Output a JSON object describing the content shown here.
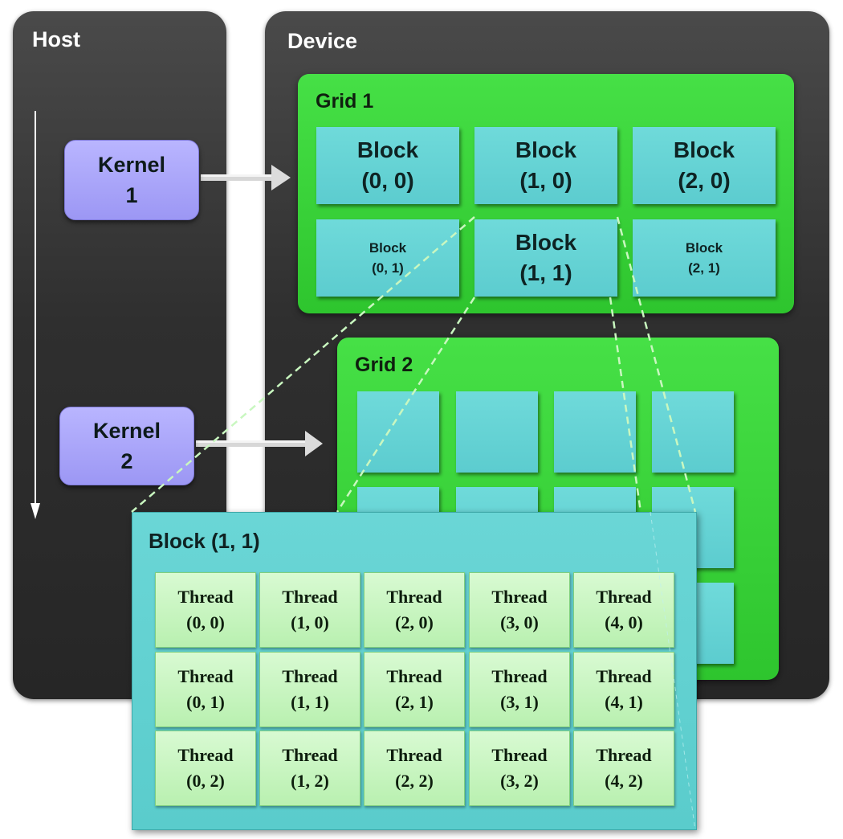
{
  "host": {
    "title": "Host"
  },
  "device": {
    "title": "Device"
  },
  "kernels": [
    {
      "line1": "Kernel",
      "line2": "1"
    },
    {
      "line1": "Kernel",
      "line2": "2"
    }
  ],
  "grid1": {
    "title": "Grid 1",
    "blocks": [
      {
        "line1": "Block",
        "line2": "(0, 0)"
      },
      {
        "line1": "Block",
        "line2": "(1, 0)"
      },
      {
        "line1": "Block",
        "line2": "(2, 0)"
      },
      {
        "line1": "Block",
        "line2": "(0, 1)"
      },
      {
        "line1": "Block",
        "line2": "(1, 1)"
      },
      {
        "line1": "Block",
        "line2": "(2, 1)"
      }
    ]
  },
  "grid2": {
    "title": "Grid 2"
  },
  "zoomed_block": {
    "title": "Block (1, 1)",
    "threads": [
      {
        "line1": "Thread",
        "line2": "(0, 0)"
      },
      {
        "line1": "Thread",
        "line2": "(1, 0)"
      },
      {
        "line1": "Thread",
        "line2": "(2, 0)"
      },
      {
        "line1": "Thread",
        "line2": "(3, 0)"
      },
      {
        "line1": "Thread",
        "line2": "(4, 0)"
      },
      {
        "line1": "Thread",
        "line2": "(0, 1)"
      },
      {
        "line1": "Thread",
        "line2": "(1, 1)"
      },
      {
        "line1": "Thread",
        "line2": "(2, 1)"
      },
      {
        "line1": "Thread",
        "line2": "(3, 1)"
      },
      {
        "line1": "Thread",
        "line2": "(4, 1)"
      },
      {
        "line1": "Thread",
        "line2": "(0, 2)"
      },
      {
        "line1": "Thread",
        "line2": "(1, 2)"
      },
      {
        "line1": "Thread",
        "line2": "(2, 2)"
      },
      {
        "line1": "Thread",
        "line2": "(3, 2)"
      },
      {
        "line1": "Thread",
        "line2": "(4, 2)"
      }
    ]
  },
  "colors": {
    "panel": "#2f2f2f",
    "kernel": "#a9a5fb",
    "grid": "#3dd43d",
    "block": "#62d0d2",
    "thread": "#c8f5c0"
  }
}
